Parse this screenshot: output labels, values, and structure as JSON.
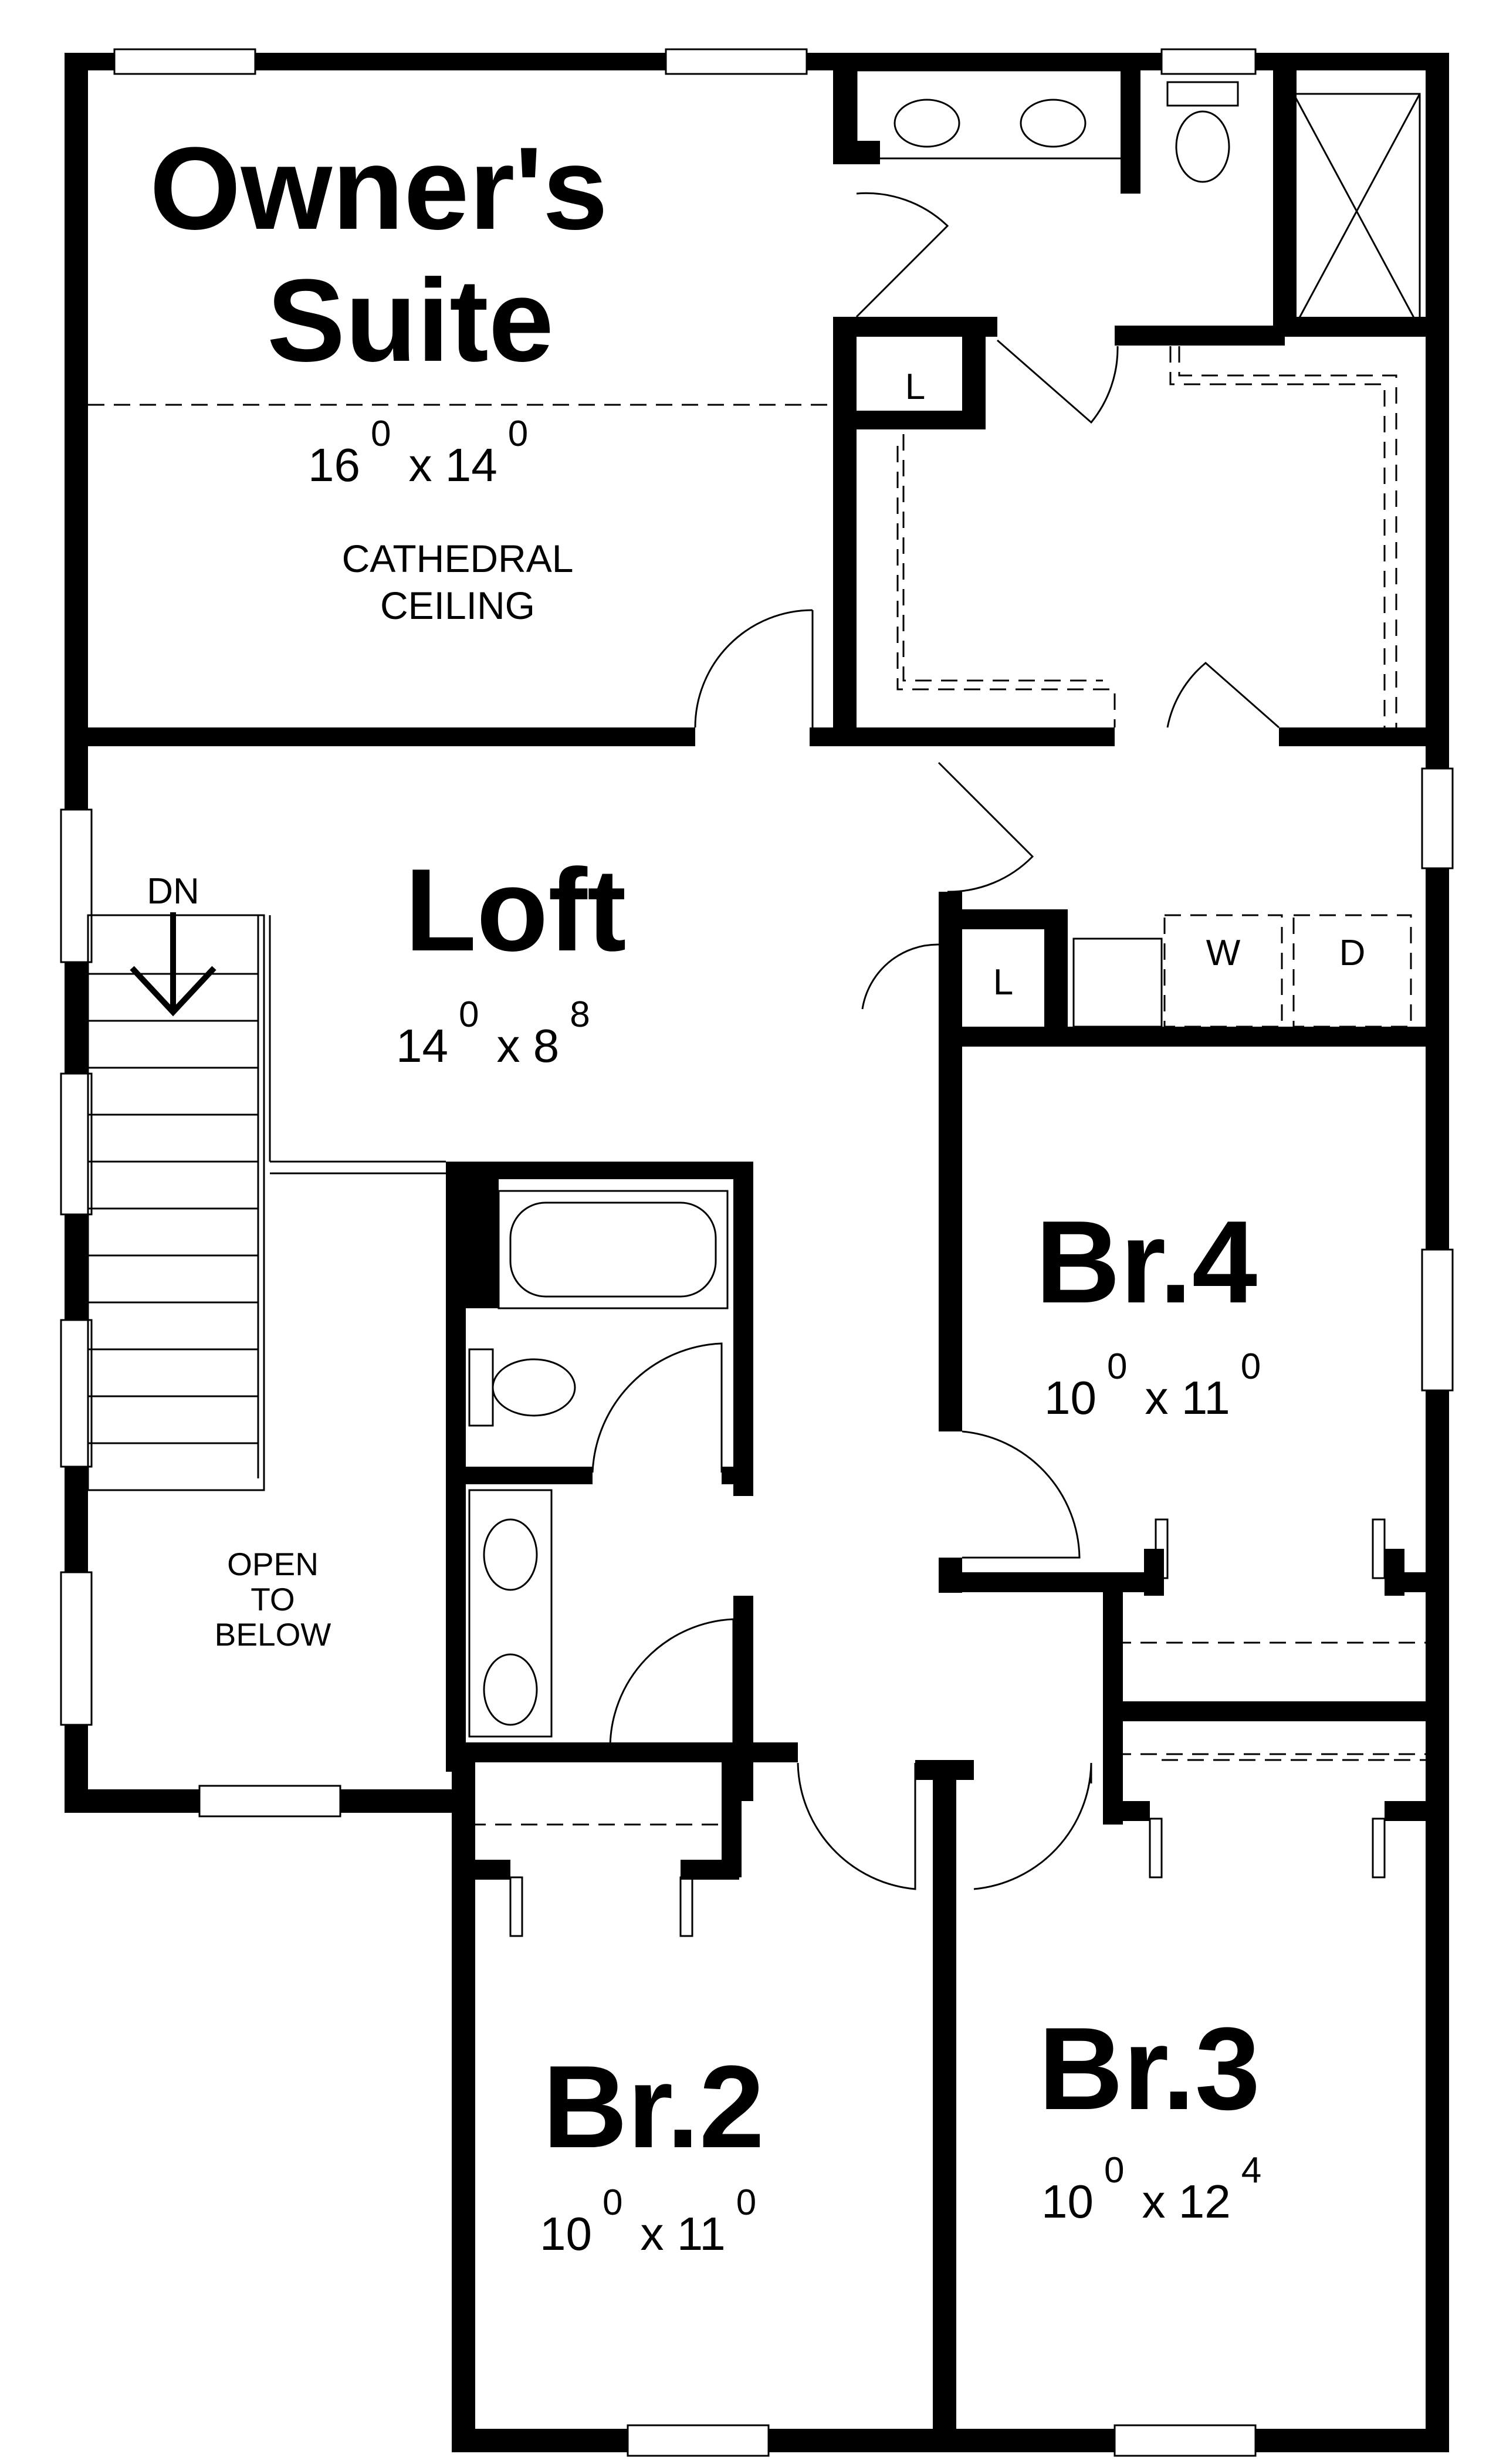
{
  "rooms": {
    "owners_suite": {
      "name_line1": "Owner's",
      "name_line2": "Suite",
      "dim_a": "16",
      "dim_a_sup": "0",
      "dim_b": "x 14",
      "dim_b_sup": "0",
      "note_line1": "CATHEDRAL",
      "note_line2": "CEILING"
    },
    "loft": {
      "name": "Loft",
      "dim_a": "14",
      "dim_a_sup": "0",
      "dim_b": "x  8",
      "dim_b_sup": "8"
    },
    "br4": {
      "name": "Br.4",
      "dim_a": "10",
      "dim_a_sup": "0",
      "dim_b": "x 11",
      "dim_b_sup": "0"
    },
    "br2": {
      "name": "Br.2",
      "dim_a": "10",
      "dim_a_sup": "0",
      "dim_b": "x 11",
      "dim_b_sup": "0"
    },
    "br3": {
      "name": "Br.3",
      "dim_a": "10",
      "dim_a_sup": "0",
      "dim_b": "x 12",
      "dim_b_sup": "4"
    }
  },
  "labels": {
    "stair_dn": "DN",
    "open_line1": "OPEN",
    "open_line2": "TO",
    "open_line3": "BELOW",
    "linen_1": "L",
    "linen_2": "L",
    "washer": "W",
    "dryer": "D"
  }
}
